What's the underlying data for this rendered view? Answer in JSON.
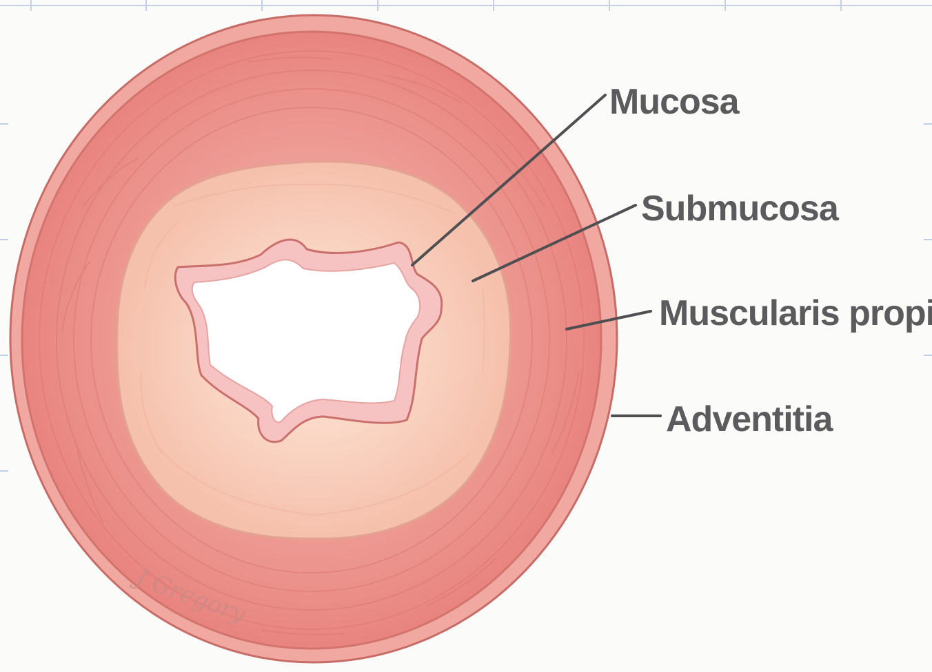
{
  "diagram": {
    "labels": {
      "mucosa": "Mucosa",
      "submucosa": "Submucosa",
      "muscularis": "Muscularis propia",
      "adventitia": "Adventitia"
    },
    "signature": "J Gregory",
    "colors": {
      "background": "#fbfbfa",
      "adventitia": "#ec9a93",
      "muscularis": "#eb918b",
      "submucosa": "#f8cdb9",
      "mucosa": "#f6bcbb",
      "lumen": "#ffffff",
      "outline": "#c76b66",
      "leader": "#4f4f52",
      "text": "#5b5b5d"
    }
  }
}
